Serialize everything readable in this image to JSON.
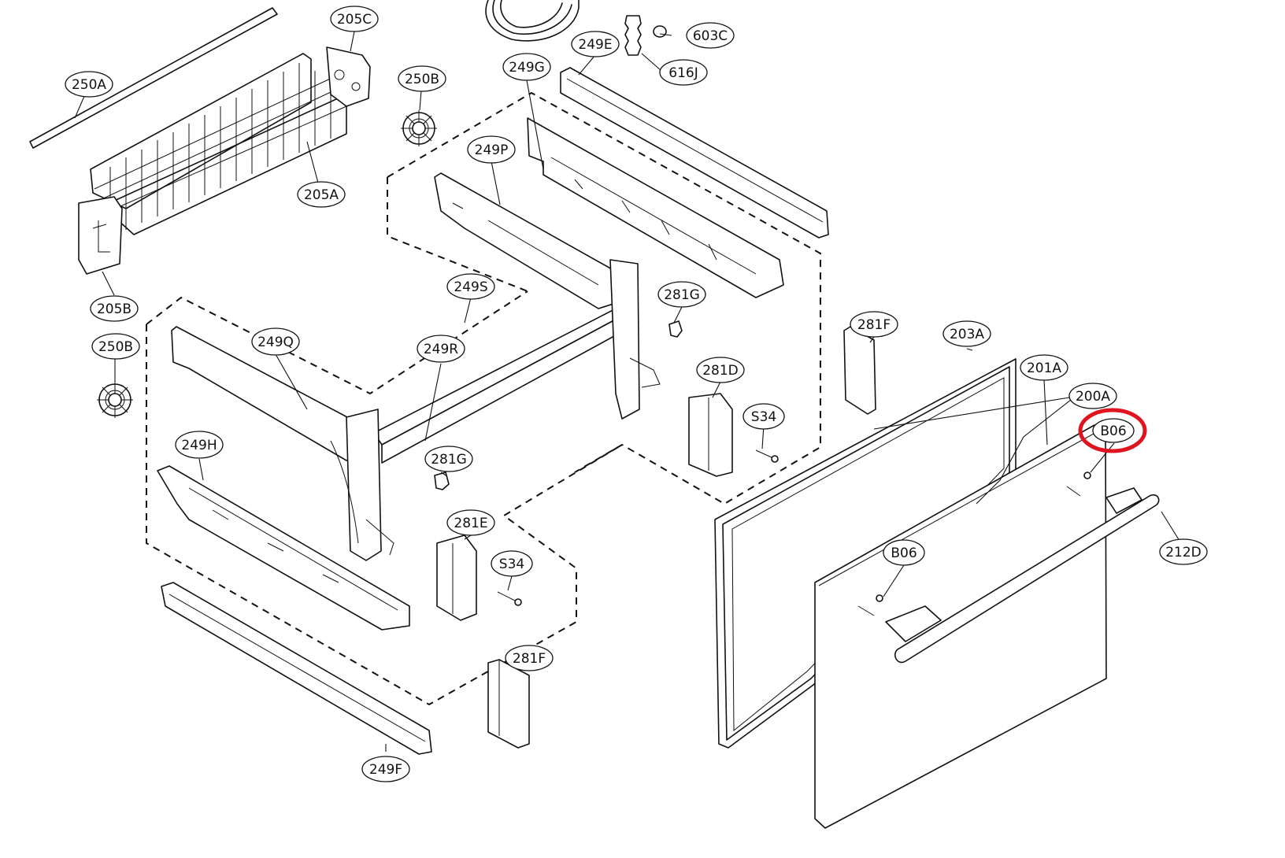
{
  "labels": {
    "l_250A": "250A",
    "l_205C": "205C",
    "l_250B_top": "250B",
    "l_205A": "205A",
    "l_205B": "205B",
    "l_250B_left": "250B",
    "l_603C": "603C",
    "l_616J": "616J",
    "l_249E": "249E",
    "l_249G": "249G",
    "l_249P": "249P",
    "l_249S": "249S",
    "l_249Q": "249Q",
    "l_249R": "249R",
    "l_281G_top": "281G",
    "l_281D": "281D",
    "l_S34_top": "S34",
    "l_281G_mid": "281G",
    "l_249H": "249H",
    "l_281E": "281E",
    "l_S34_bottom": "S34",
    "l_281F_bottom": "281F",
    "l_249F": "249F",
    "l_281F_top": "281F",
    "l_203A": "203A",
    "l_201A": "201A",
    "l_200A": "200A",
    "l_B06_highlighted": "B06",
    "l_B06_lower": "B06",
    "l_212D": "212D"
  },
  "highlight": {
    "target": "B06",
    "color": "#e0141e"
  }
}
